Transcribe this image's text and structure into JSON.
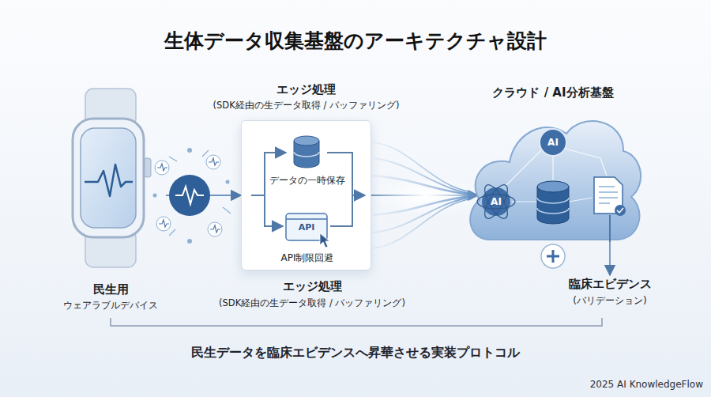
{
  "diagram": {
    "title": "生体データ収集基盤のアーキテクチャ設計",
    "caption": "民生データを臨床エビデンスへ昇華させる実装プロトコル",
    "nodes": [
      {
        "text": [
          "民生用",
          "ウェアラブルデバイス"
        ]
      },
      {
        "text": [
          "エッジ処理",
          "(SDK経由の生データ取得 / バッファリング)"
        ]
      },
      {
        "text": [
          "データの一時保存"
        ],
        "in": 1
      },
      {
        "text": [
          "API制限回避"
        ],
        "in": 1
      },
      {
        "text": [
          "クラウド / AI分析基盤"
        ]
      },
      {
        "text": [
          "臨床エビデンス",
          "(バリデーション)"
        ]
      }
    ],
    "edges": [
      {
        "from": 0,
        "to": 1,
        "arrow": "to"
      },
      {
        "from": 1,
        "to": 4,
        "arrow": "to"
      },
      {
        "from": 4,
        "to": 5,
        "arrow": "to"
      }
    ],
    "labels": [
      "API",
      "AI",
      "AI",
      "エッジ処理",
      "(SDK経由の生データ取得 / バッファリング)",
      "2025 AI KnowledgeFlow"
    ]
  }
}
